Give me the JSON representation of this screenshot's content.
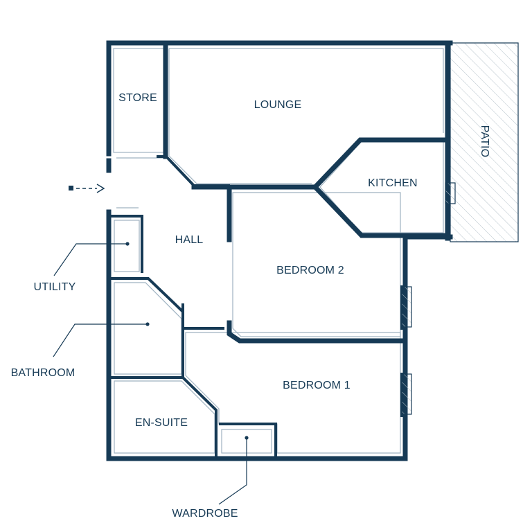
{
  "rooms": {
    "store": "STORE",
    "lounge": "LOUNGE",
    "patio": "PATIO",
    "kitchen": "KITCHEN",
    "hall": "HALL",
    "bedroom2": "BEDROOM 2",
    "bedroom1": "BEDROOM 1",
    "en_suite": "EN-SUITE"
  },
  "callouts": {
    "utility": "UTILITY",
    "bathroom": "BATHROOM",
    "wardrobe": "WARDROBE"
  },
  "colors": {
    "wall": "#163a55",
    "inner_line": "#9fb2c1",
    "background": "#ffffff"
  },
  "icons": {
    "entrance": "dashed-arrow-right-icon"
  }
}
